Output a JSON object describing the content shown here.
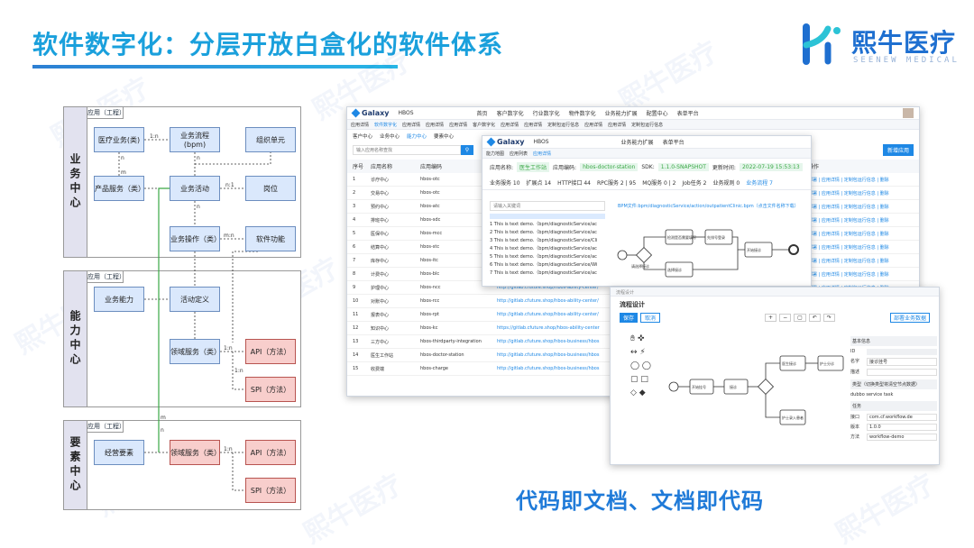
{
  "header": {
    "title": "软件数字化：分层开放白盒化的软件体系",
    "logo_brand": "熙牛医疗",
    "logo_sub": "SEENEW  MEDICAL"
  },
  "watermark": "熙牛医疗",
  "colors": {
    "title": "#1aa0dc",
    "brand": "#1e6fd0",
    "box_blue": "#dae8fc",
    "box_red": "#f8cecc",
    "lane_head": "#e2e2ef"
  },
  "diagram": {
    "lanes": [
      {
        "name": "业务中心",
        "tag": "应用（工程）"
      },
      {
        "name": "能力中心",
        "tag": "应用（工程）"
      },
      {
        "name": "要素中心",
        "tag": "应用（工程）"
      }
    ],
    "boxes": {
      "medical_business": "医疗业务(类)",
      "business_process": "业务流程(bpm)",
      "org_unit": "组织单元",
      "product_service": "产品服务（类）",
      "business_activity": "业务活动",
      "post": "岗位",
      "business_operation": "业务操作（类）",
      "software_function": "软件功能",
      "business_capability": "业务能力",
      "activity_definition": "活动定义",
      "domain_service_1": "领域服务（类）",
      "api_1": "API（方法）",
      "spi_1": "SPI（方法）",
      "business_element": "经营要素",
      "domain_service_2": "领域服务（类）",
      "api_2": "API（方法）",
      "spi_2": "SPI（方法）"
    },
    "multiplicity": {
      "one_to_n": "1:n",
      "n_to_one": "n:1",
      "m_to_n": "m:n",
      "n": "n",
      "m": "m"
    }
  },
  "galaxy": {
    "brand": "Galaxy",
    "env": "HBOS",
    "nav": [
      "首页",
      "客户数字化",
      "行业数字化",
      "物件数字化",
      "业务能力扩展",
      "配置中心",
      "表单平台"
    ],
    "tabs": [
      "应用详情",
      "软件数字化",
      "应用详情",
      "应用详情",
      "应用详情",
      "客户数字化",
      "应用详情",
      "应用详情",
      "定制包运行信息",
      "应用详情",
      "应用详情",
      "定制包运行信息"
    ],
    "subnav": [
      "客户中心",
      "业务中心",
      "能力中心",
      "要素中心"
    ],
    "search_placeholder": "输入应用名称查找",
    "add_button": "新增应用",
    "columns": {
      "no": "序号",
      "name": "应用名称",
      "code": "应用编码",
      "ops": "操作"
    },
    "rows": [
      {
        "no": "1",
        "name": "诊疗中心",
        "code": "hbos-otc",
        "url": ""
      },
      {
        "no": "2",
        "name": "交易中心",
        "code": "hbos-otc",
        "url": ""
      },
      {
        "no": "3",
        "name": "预约中心",
        "code": "hbos-atc",
        "url": ""
      },
      {
        "no": "4",
        "name": "排班中心",
        "code": "hbos-sdc",
        "url": ""
      },
      {
        "no": "5",
        "name": "医保中心",
        "code": "hbos-mcc",
        "url": ""
      },
      {
        "no": "6",
        "name": "结算中心",
        "code": "hbos-stc",
        "url": ""
      },
      {
        "no": "7",
        "name": "库存中心",
        "code": "hbos-itc",
        "url": ""
      },
      {
        "no": "8",
        "name": "计费中心",
        "code": "hbos-blc",
        "url": ""
      },
      {
        "no": "9",
        "name": "护理中心",
        "code": "hbos-ncc",
        "url": "http://gitlab.cfuture.shop/hbos-ability-center/"
      },
      {
        "no": "10",
        "name": "对账中心",
        "code": "hbos-rcc",
        "url": "http://gitlab.cfuture.shop/hbos-ability-center/"
      },
      {
        "no": "11",
        "name": "报表中心",
        "code": "hbos-rpt",
        "url": "http://gitlab.cfuture.shop/hbos-ability-center/"
      },
      {
        "no": "12",
        "name": "知识中心",
        "code": "hbos-kc",
        "url": "https://gitlab.cfuture.shop/hbos-ability-center"
      },
      {
        "no": "13",
        "name": "三方中心",
        "code": "hbos-thirdparty-integration",
        "url": "http://gitlab.cfuture.shop/hbos-business/hbos"
      },
      {
        "no": "14",
        "name": "医生工作站",
        "code": "hbos-doctor-station",
        "url": "http://gitlab.cfuture.shop/hbos-business/hbos"
      },
      {
        "no": "15",
        "name": "收费端",
        "code": "hbos-charge",
        "url": "http://gitlab.cfuture.shop/hbos-business/hbos"
      }
    ],
    "row_ops": "部署 | 应用详情 | 定制包运行信息 | 删除"
  },
  "detail": {
    "nav": [
      "业务能力扩展",
      "表单平台"
    ],
    "tabs": [
      "能力地图",
      "应用列表",
      "应用详情"
    ],
    "app_name_label": "应用名称:",
    "app_name": "医生工作站",
    "app_code_label": "应用编码:",
    "app_code": "hbos-doctor-station",
    "sdk_label": "SDK:",
    "sdk": "1.1.0-SNAPSHOT",
    "updated_label": "更新时间:",
    "updated": "2022-07-19 15:53:13",
    "stats": [
      "业务服务 10",
      "扩展点 14",
      "HTTP接口 44",
      "RPC服务 2 | 95",
      "MQ服务 0 | 2",
      "Job任务 2",
      "业务规则 0",
      "业务流程 7"
    ],
    "search_placeholder": "请输入关键词",
    "bpm_path": "BPM文件:bpm/diagnosticService/action/outpatientClinic.bpm（点击文件名称下载）",
    "list": [
      "1 This is text demo.（bpm/diagnosticService/ac",
      "2 This is text demo.（bpm/diagnosticService/ac",
      "3 This is text demo.（bpm/diagnosticService/Cli",
      "4 This is text demo.（bpm/diagnosticService/ac",
      "5 This is text demo.（bpm/diagnosticService/ac",
      "6 This is text demo.（bpm/diagnosticService/Wi",
      "7 This is text demo.（bpm/diagnosticService/ac"
    ],
    "flow_nodes": [
      "检测是否需要填写",
      "先排号登录",
      "开始接诊",
      "选择接诊",
      "请选择接诊"
    ]
  },
  "designer": {
    "breadcrumb": "流程设计",
    "title": "流程设计",
    "buttons": [
      "保存",
      "取消"
    ],
    "right_button": "部署业务数据",
    "panel": {
      "section1": "基本信息",
      "id_label": "ID",
      "name_label": "名字",
      "name_value": "接诊挂号",
      "desc_label": "描述",
      "section2": "类型（切换类型将清空节点数据）",
      "type_value": "dubbo service task",
      "section3": "任务",
      "fields": [
        {
          "label": "接口",
          "value": "com.cf.workflow.de"
        },
        {
          "label": "版本",
          "value": "1.0.0"
        },
        {
          "label": "方法",
          "value": "workflow-demo"
        }
      ]
    },
    "nodes": [
      "开始挂号",
      "接诊",
      "医生接诊",
      "护士分诊",
      "护士录入患者"
    ]
  },
  "slogan": "代码即文档、文档即代码"
}
